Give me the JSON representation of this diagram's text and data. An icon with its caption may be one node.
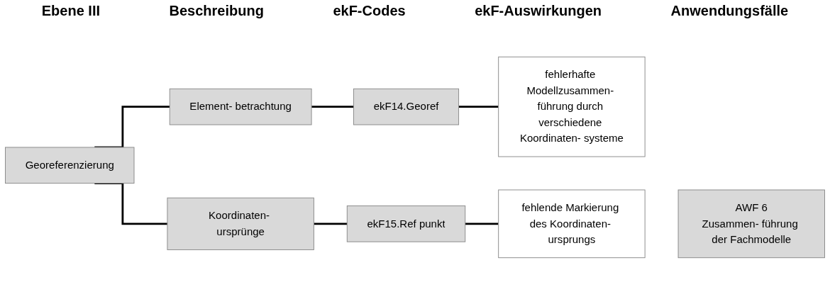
{
  "diagram": {
    "nodes": [
      {
        "text": [
          "Georeferenzierung"
        ]
      },
      {
        "text": [
          "Element- betrachtung"
        ]
      },
      {
        "text": [
          "ekF14.Georef"
        ]
      },
      {
        "text": [
          "fehlerhafte Modellzusammen- führung durch verschiedene Koordinaten- systeme"
        ]
      },
      {
        "text": [
          "Koordinaten- ursprünge"
        ]
      },
      {
        "text": [
          "ekF15.Ref punkt"
        ]
      },
      {
        "text": [
          "fehlende Markierung des Koordinaten- ursprungs"
        ]
      },
      {
        "text": [
          "AWF 6",
          "Zusammen- führung der Fachmodelle"
        ]
      }
    ],
    "edges": [
      {
        "from": 0,
        "to": 1,
        "arrow": "none"
      },
      {
        "from": 1,
        "to": 2,
        "arrow": "none"
      },
      {
        "from": 2,
        "to": 3,
        "arrow": "none"
      },
      {
        "from": 0,
        "to": 4,
        "arrow": "none"
      },
      {
        "from": 4,
        "to": 5,
        "arrow": "none"
      },
      {
        "from": 5,
        "to": 6,
        "arrow": "none"
      }
    ],
    "labels": [
      "Ebene III",
      "Beschreibung",
      "ekF-Codes",
      "ekF-Auswirkungen",
      "Anwendungsfälle"
    ]
  }
}
